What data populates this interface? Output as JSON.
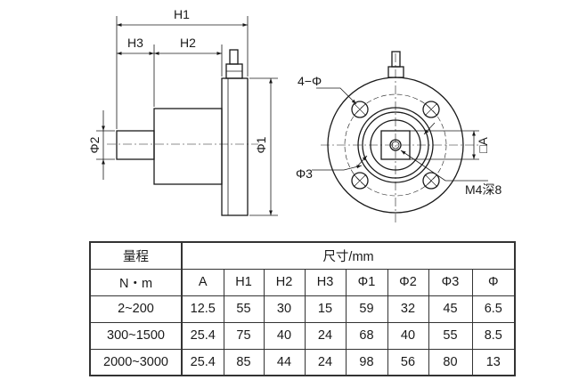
{
  "side_view": {
    "labels": {
      "h1": "H1",
      "h2": "H2",
      "h3": "H3",
      "d2": "Φ2",
      "d1": "Φ1"
    }
  },
  "front_view": {
    "labels": {
      "hole_dia": "4−Φ",
      "d3": "Φ3",
      "square": "□A",
      "thread": "M4深8"
    }
  },
  "table": {
    "header_range": "量程",
    "header_dims": "尺寸/mm",
    "unit_label": "N・m",
    "columns": [
      "A",
      "H1",
      "H2",
      "H3",
      "Φ1",
      "Φ2",
      "Φ3",
      "Φ"
    ],
    "rows": [
      {
        "range": "2~200",
        "values": [
          "12.5",
          "55",
          "30",
          "15",
          "59",
          "32",
          "45",
          "6.5"
        ]
      },
      {
        "range": "300~1500",
        "values": [
          "25.4",
          "75",
          "40",
          "24",
          "68",
          "40",
          "55",
          "8.5"
        ]
      },
      {
        "range": "2000~3000",
        "values": [
          "25.4",
          "85",
          "44",
          "24",
          "98",
          "56",
          "80",
          "13"
        ]
      }
    ]
  }
}
